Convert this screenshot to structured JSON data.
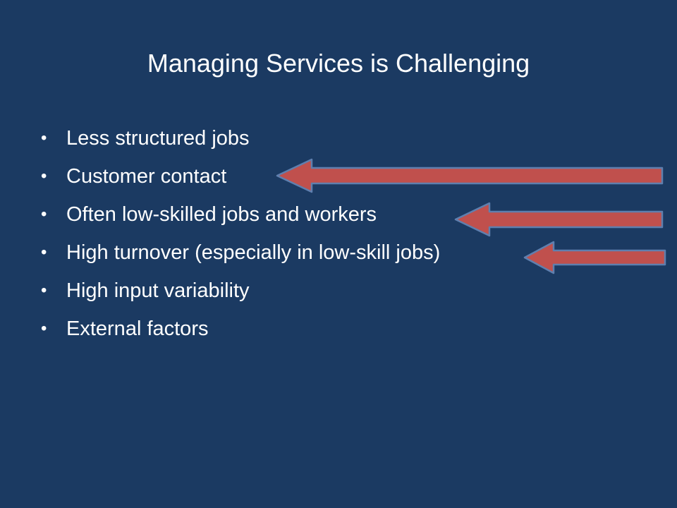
{
  "slide": {
    "title": "Managing Services is Challenging",
    "bullet_symbol": "•",
    "bullets": [
      "Less structured jobs",
      "Customer contact",
      "Often low-skilled jobs and workers",
      "High turnover (especially in low-skill jobs)",
      "High input variability",
      "External factors"
    ]
  },
  "colors": {
    "background": "#1b3a62",
    "text": "#ffffff",
    "arrow_fill": "#c0504d",
    "arrow_stroke": "#5f7fae"
  }
}
